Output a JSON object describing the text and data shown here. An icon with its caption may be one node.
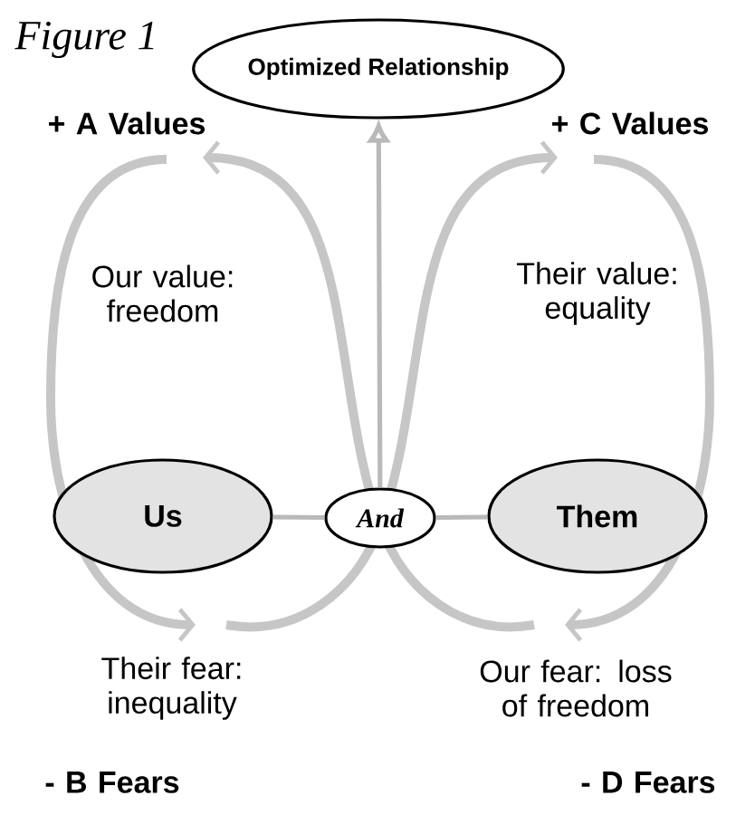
{
  "diagram": {
    "title": "Figure 1",
    "nodes": [
      {
        "text": [
          "Optimized Relationship"
        ]
      },
      {
        "text": [
          "Us"
        ]
      },
      {
        "text": [
          "And"
        ]
      },
      {
        "text": [
          "Them"
        ]
      }
    ],
    "edges": [
      {
        "from": 1,
        "to": 2,
        "arrow": "none"
      },
      {
        "from": 2,
        "to": 3,
        "arrow": "none"
      },
      {
        "from": 2,
        "to": 0,
        "arrow": "to"
      }
    ],
    "labels": [
      "+ A Values",
      "+ C Values",
      "Our value: freedom",
      "Their value: equality",
      "Their fear: inequality",
      "Our fear: loss of freedom",
      "- B Fears",
      "- D Fears"
    ]
  }
}
